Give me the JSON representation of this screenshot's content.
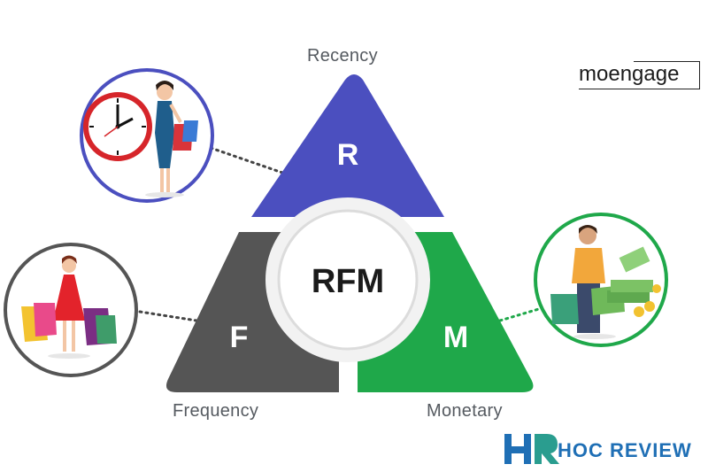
{
  "diagram": {
    "center_label": "RFM",
    "segments": [
      {
        "letter": "R",
        "label": "Recency",
        "color": "#4b4fbf"
      },
      {
        "letter": "F",
        "label": "Frequency",
        "color": "#555555"
      },
      {
        "letter": "M",
        "label": "Monetary",
        "color": "#1fa84a"
      }
    ]
  },
  "brand": {
    "text_a": "mo",
    "text_b": "engage"
  },
  "watermark": {
    "mark": "HR",
    "text": "HOC REVIEW",
    "color": "#1f6fb5"
  }
}
